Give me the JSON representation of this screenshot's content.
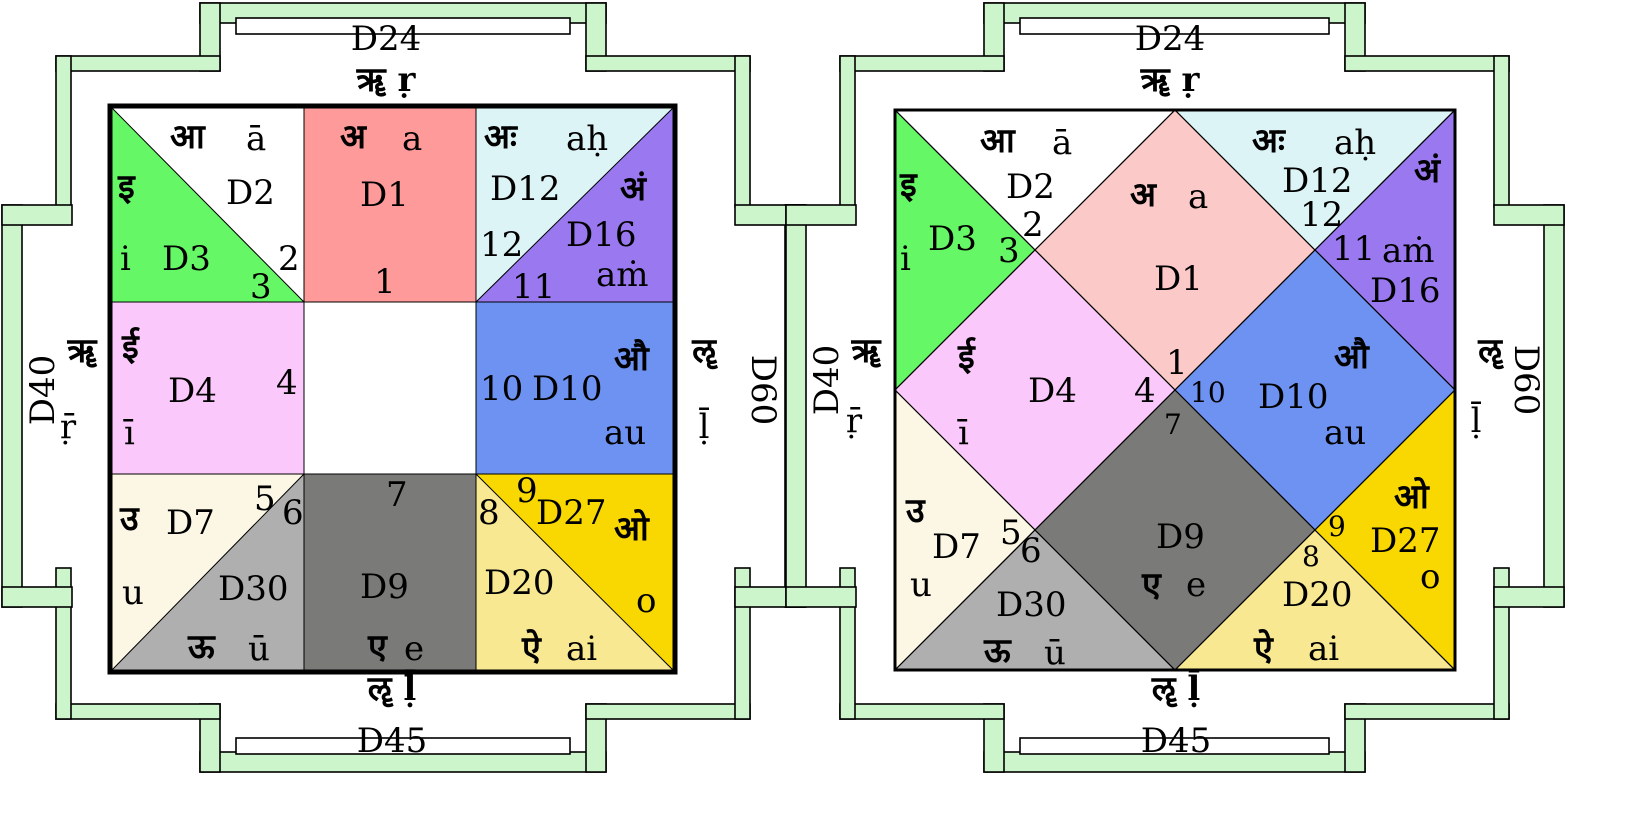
{
  "colors": {
    "frame_fill": "#ccf5cc",
    "frame_stroke": "#000000",
    "white": "#ffffff",
    "red": "#ff9a9a",
    "pink_light": "#fcc9c9",
    "light_cyan": "#ddf4f6",
    "purple": "#9a78f0",
    "green": "#66f766",
    "lilac": "#fbc8fb",
    "blue": "#6d92f2",
    "cream": "#fbf7e4",
    "grey_light": "#afafaf",
    "grey_dark": "#7a7a78",
    "yellow_light": "#f8e891",
    "yellow": "#f8d800"
  },
  "frame": {
    "top_vargas": "D24",
    "top_letter": "ॠ ṛ",
    "bottom_letter": "ॡ ḹ",
    "bottom_vargas": "D45",
    "left_vargas": "D40",
    "left_deva": "ॠ",
    "left_roman": "ṝ",
    "right_vargas": "D60",
    "right_deva": "ॡ",
    "right_roman": "ḹ"
  },
  "charts": [
    {
      "layout": "south_indian",
      "cells": {
        "aa": {
          "deva": "आ",
          "roman": "ā",
          "varga": "D2",
          "num": "2"
        },
        "i": {
          "deva": "इ",
          "roman": "i",
          "varga": "D3",
          "num": "3"
        },
        "a": {
          "deva": "अ",
          "roman": "a",
          "varga": "D1",
          "num": "1"
        },
        "ah": {
          "deva": "अः",
          "roman": "aḥ",
          "varga": "D12",
          "num": "12"
        },
        "am": {
          "deva": "अं",
          "roman": "aṁ",
          "varga": "D16",
          "num": "11"
        },
        "ii": {
          "deva": "ई",
          "roman": "ī",
          "varga": "D4",
          "num": "4"
        },
        "au": {
          "deva": "औ",
          "roman": "au",
          "varga": "D10",
          "num": "10"
        },
        "u": {
          "deva": "उ",
          "roman": "u",
          "varga": "D7",
          "num": "5"
        },
        "uu": {
          "deva": "ऊ",
          "roman": "ū",
          "varga": "D30",
          "num": "6"
        },
        "e": {
          "deva": "ए",
          "roman": "e",
          "varga": "D9",
          "num": "7"
        },
        "ai": {
          "deva": "ऐ",
          "roman": "ai",
          "varga": "D20",
          "num": "8"
        },
        "o": {
          "deva": "ओ",
          "roman": "o",
          "varga": "D27",
          "num": "9"
        }
      }
    },
    {
      "layout": "north_indian",
      "cells": {
        "aa": {
          "deva": "आ",
          "roman": "ā",
          "varga": "D2",
          "num": "2"
        },
        "i": {
          "deva": "इ",
          "roman": "i",
          "varga": "D3",
          "num": "3"
        },
        "a": {
          "deva": "अ",
          "roman": "a",
          "varga": "D1",
          "num": "1"
        },
        "ah": {
          "deva": "अः",
          "roman": "aḥ",
          "varga": "D12",
          "num": "12"
        },
        "am": {
          "deva": "अं",
          "roman": "aṁ",
          "varga": "D16",
          "num": "11"
        },
        "ii": {
          "deva": "ई",
          "roman": "ī",
          "varga": "D4",
          "num": "4"
        },
        "au": {
          "deva": "औ",
          "roman": "au",
          "varga": "D10",
          "num": "10"
        },
        "u": {
          "deva": "उ",
          "roman": "u",
          "varga": "D7",
          "num": "5"
        },
        "uu": {
          "deva": "ऊ",
          "roman": "ū",
          "varga": "D30",
          "num": "6"
        },
        "e": {
          "deva": "ए",
          "roman": "e",
          "varga": "D9",
          "num": "7"
        },
        "ai": {
          "deva": "ऐ",
          "roman": "ai",
          "varga": "D20",
          "num": "8"
        },
        "o": {
          "deva": "ओ",
          "roman": "o",
          "varga": "D27",
          "num": "9"
        }
      }
    }
  ]
}
